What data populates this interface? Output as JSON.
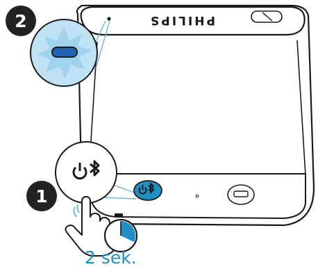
{
  "steps": {
    "step_1": "1",
    "step_2": "2"
  },
  "device": {
    "brand": "PHILIPS",
    "power_bt_button": "power-bluetooth-button"
  },
  "timer": {
    "label": "2 sek."
  },
  "colors": {
    "accent_blue": "#1f8fc4",
    "light_blue": "#bfe3f5",
    "led_blue": "#1f63b5",
    "outline": "#1a1a1a",
    "badge": "#222222"
  },
  "icons": [
    "power-bluetooth-icon",
    "hand-press-icon",
    "timer-icon",
    "usb-port-icon",
    "led-indicator-icon"
  ]
}
